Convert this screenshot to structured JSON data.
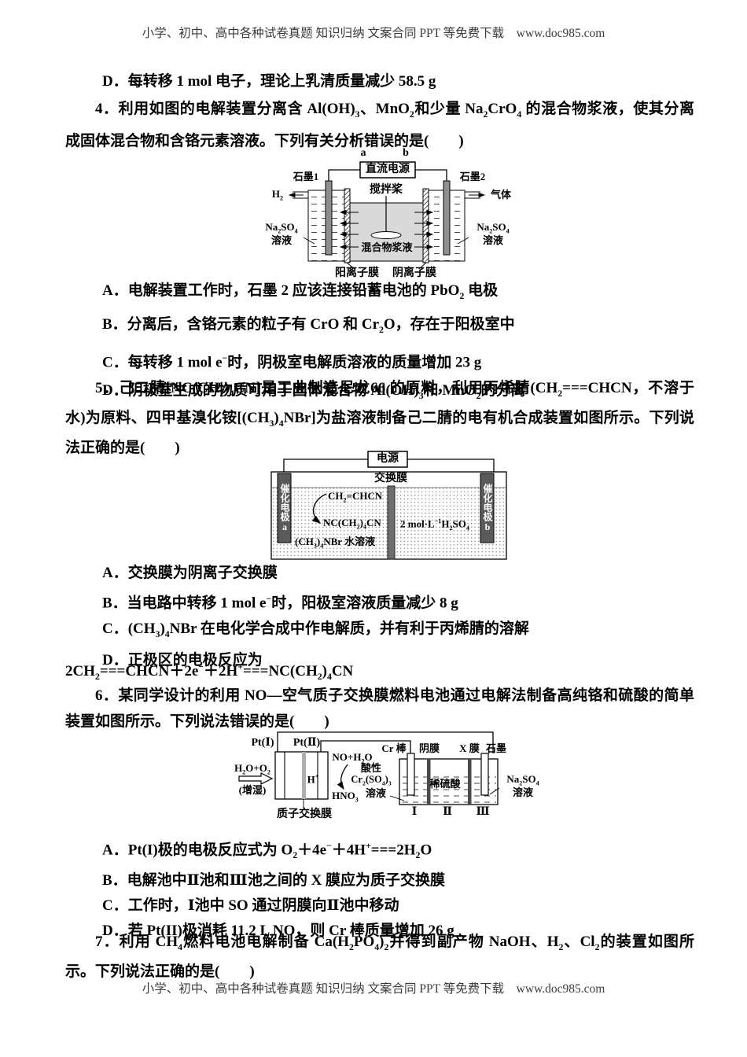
{
  "page": {
    "header": "小学、初中、高中各种试卷真题 知识归纳 文案合同 PPT 等免费下载　www.doc985.com",
    "footer": "小学、初中、高中各种试卷真题 知识归纳 文案合同 PPT 等免费下载　www.doc985.com"
  },
  "prev_question": {
    "option_d": "D．每转移 1 mol 电子，理论上乳清质量减少 58.5 g"
  },
  "q4": {
    "stem": "4．利用如图的电解装置分离含 Al(OH)~3~、MnO~2~和少量 Na~2~CrO~4~ 的混合物浆液，使其分离成固体混合物和含铬元素溶液。下列有关分析错误的是(　　)",
    "options": [
      "A．电解装置工作时，石墨 2 应该连接铅蓄电池的 PbO~2~ 电极",
      "B．分离后，含铬元素的粒子有 CrO 和 Cr~2~O，存在于阳极室中",
      "C．每转移 1 mol e^−^时，阴极室电解质溶液的质量增加 23 g",
      "D．阴极室生成的物质可用于固体混合物 Al(OH)~3~和 MnO~2~的分离"
    ],
    "diagram": {
      "terminal_a": "a",
      "terminal_b": "b",
      "power": "直流电源",
      "graphite1": "石墨1",
      "graphite2": "石墨2",
      "h2": "H~2~",
      "gas": "气体",
      "stirrer": "搅拌桨",
      "slurry": "混合物浆液",
      "left_solution": "Na~2~SO~4~\n溶液",
      "right_solution": "Na~2~SO~4~\n溶液",
      "cation_membrane": "阳离子膜",
      "anion_membrane": "阴离子膜"
    }
  },
  "q5": {
    "stem": "5．己二腈[NC(CH~2~)~4~CN]是工业制造尼龙66 的原料，利用丙烯腈(CH~2~===CHCN，不溶于水)为原料、四甲基溴化铵[(CH~3~)~4~NBr]为盐溶液制备己二腈的电有机合成装置如图所示。下列说法正确的是(　　)",
    "options": [
      "A．交换膜为阴离子交换膜",
      "B．当电路中转移 1 mol e^−^时，阳极室溶液质量减少 8 g",
      "C．(CH~3~)~4~NBr 在电化学合成中作电解质，并有利于丙烯腈的溶解",
      "D．正极区的电极反应为"
    ],
    "equation": "2CH~2~===CHCN＋2e^−^＋2H^+^===NC(CH~2~)~4~CN",
    "diagram": {
      "power": "电源",
      "membrane": "交换膜",
      "electrode_a": "催化电极a",
      "electrode_b": "催化电极b",
      "reactant": "CH~2~=CHCN",
      "product": "NC(CH~2~)~4~CN",
      "salt_solution": "(CH~3~)~4~NBr 水溶液",
      "acid": "2 mol·L^−1^H~2~SO~4~"
    }
  },
  "q6": {
    "stem": "6．某同学设计的利用 NO—空气质子交换膜燃料电池通过电解法制备高纯铬和硫酸的简单装置如图所示。下列说法错误的是(　　)",
    "options": [
      "A．Pt(I)极的电极反应式为 O~2~＋4e^−^＋4H^+^===2H~2~O",
      "B．电解池中Ⅱ池和Ⅲ池之间的 X 膜应为质子交换膜",
      "C．工作时，Ⅰ池中 SO 通过阴膜向Ⅱ池中移动",
      "D．若 Pt(II)极消耗 11.2 L NO，则 Cr 棒质量增加 26 g"
    ],
    "diagram": {
      "pt1": "Pt(Ⅰ)",
      "pt2": "Pt(Ⅱ)",
      "feed": "H~2~O+O~2~",
      "humidified": "(增湿)",
      "proton": "H^+^",
      "pem": "质子交换膜",
      "no_h2o": "NO+H~2~O",
      "hno3": "HNO~3~",
      "acidic": "酸性",
      "cr_salt": "Cr~2~(SO~4~)~3~",
      "solution": "溶液",
      "cr_rod": "Cr 棒",
      "anion_mem": "阴膜",
      "x_mem": "X 膜",
      "graphite": "石墨",
      "dilute_acid": "稀硫酸",
      "na2so4": "Na~2~SO~4~\n溶液",
      "cell1": "Ⅰ",
      "cell2": "Ⅱ",
      "cell3": "Ⅲ"
    }
  },
  "q7": {
    "stem": "7．利用 CH~4~燃料电池电解制备 Ca(H~2~PO~4~)~2~并得到副产物 NaOH、H~2~、Cl~2~的装置如图所示。下列说法正确的是(　　)"
  }
}
